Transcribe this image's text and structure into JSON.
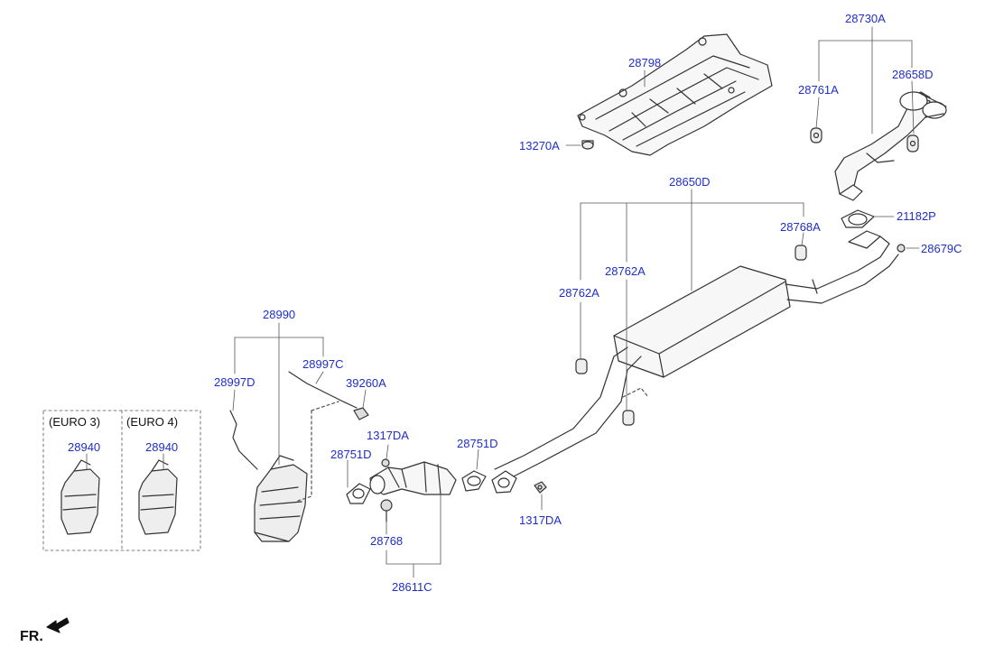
{
  "labels": {
    "p28730A": "28730A",
    "p28798": "28798",
    "p28761A": "28761A",
    "p28658D": "28658D",
    "p13270A": "13270A",
    "p28650D": "28650D",
    "p21182P": "21182P",
    "p28768A": "28768A",
    "p28679C": "28679C",
    "p28762A_top": "28762A",
    "p28762A_left": "28762A",
    "p28990": "28990",
    "p28997C": "28997C",
    "p28997D": "28997D",
    "p39260A": "39260A",
    "p1317DA_top": "1317DA",
    "p28751D_left": "28751D",
    "p28751D_right": "28751D",
    "p1317DA_bottom": "1317DA",
    "p28768": "28768",
    "p28611C": "28611C",
    "p28940_a": "28940",
    "p28940_b": "28940"
  },
  "variants": {
    "euro3": "(EURO 3)",
    "euro4": "(EURO 4)"
  },
  "direction": {
    "label": "FR."
  },
  "colors": {
    "label_blue": "#1f2fc4",
    "line": "#555555"
  }
}
